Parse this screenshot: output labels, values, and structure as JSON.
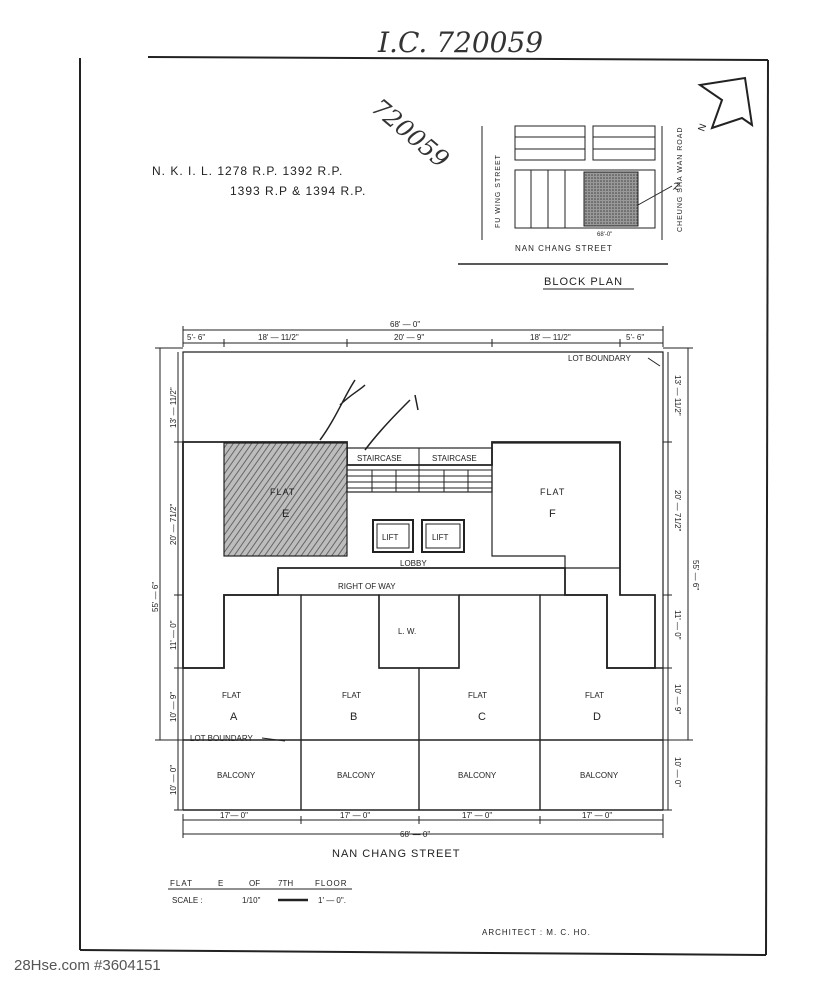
{
  "handwritten": {
    "top_ref": "I.C. 720059",
    "diagonal_ref": "720059"
  },
  "lot_info": {
    "line1": "N. K. I. L.   1278  R.P.   1392  R.P.",
    "line2": "1393  R.P  &  1394  R.P."
  },
  "block_plan": {
    "title": "BLOCK PLAN",
    "street_west": "FU WING STREET",
    "street_east": "CHEUNG SHA WAN ROAD",
    "street_south": "NAN CHANG STREET",
    "width_label": "68'-0\"",
    "north_label": "N"
  },
  "dimensions": {
    "top_overall": "68' — 0\"",
    "top_segments": [
      "5'- 6\"",
      "18' — 11/2\"",
      "20' — 9\"",
      "18' — 11/2\"",
      "5'- 6\""
    ],
    "bottom_segments": [
      "17'— 0\"",
      "17' — 0\"",
      "17' — 0\"",
      "17' — 0\""
    ],
    "bottom_overall": "68' — 0\"",
    "left_segments": [
      "13' — 11/2\"",
      "20' — 71/2\"",
      "11' — 0\"",
      "10' — 9\"",
      "10' — 0\""
    ],
    "left_overall": "55' — 6\"",
    "right_segments": [
      "13' — 11/2\"",
      "20' — 71/2\"",
      "11' — 0\"",
      "10' — 9\"",
      "10' — 0\""
    ],
    "right_overall": "55' — 6\""
  },
  "rooms": {
    "lot_boundary_top": "LOT   BOUNDARY",
    "lot_boundary_left": "LOT   BOUNDARY",
    "staircase_left": "STAIRCASE",
    "staircase_right": "STAIRCASE",
    "lift": "LIFT",
    "lobby": "LOBBY",
    "right_of_way": "RIGHT     OF     WAY",
    "lw": "L.      W.",
    "flat_word": "FLAT",
    "flat_e": "E",
    "flat_f": "F",
    "flat_a": "A",
    "flat_b": "B",
    "flat_c": "C",
    "flat_d": "D",
    "balcony": "BALCONY"
  },
  "street_name": "NAN      CHANG      STREET",
  "caption": {
    "title_parts": [
      "FLAT",
      "E",
      "OF",
      "7TH",
      "FLOOR"
    ],
    "scale_label": "SCALE :",
    "scale_value": "1/10\"",
    "scale_equals": "1' — 0\"."
  },
  "architect": "ARCHITECT  :    M.   C.   HO.",
  "watermark": "28Hse.com #3604151"
}
